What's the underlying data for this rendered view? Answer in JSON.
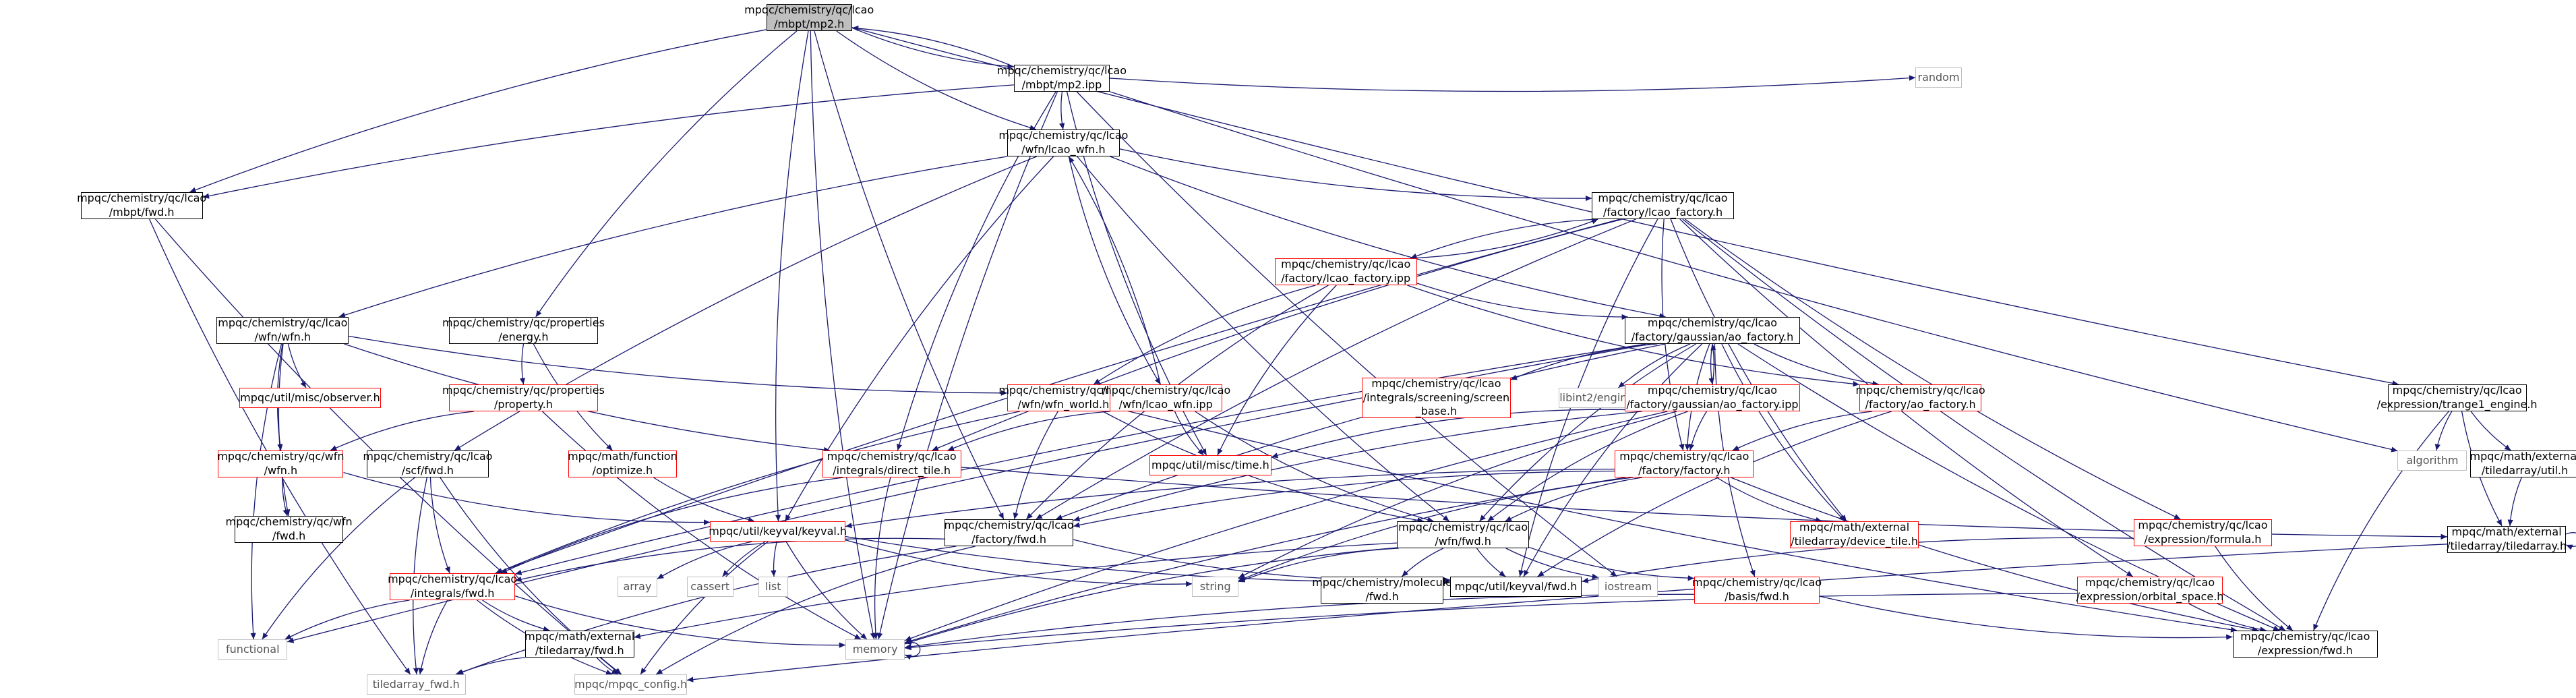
{
  "colors": {
    "edge": "#191970",
    "node_border": "#000000",
    "incomplete_border": "#ff0000",
    "external_border": "#bfbfbf",
    "root_fill": "#bfbfbf"
  },
  "nodes": [
    {
      "id": "mp2_h",
      "label": "mpqc/chemistry/qc/lcao\n/mbpt/mp2.h",
      "kind": "root"
    },
    {
      "id": "mp2_ipp",
      "label": "mpqc/chemistry/qc/lcao\n/mbpt/mp2.ipp",
      "kind": "normal"
    },
    {
      "id": "random",
      "label": "random",
      "kind": "external"
    },
    {
      "id": "lcao_wfn_h",
      "label": "mpqc/chemistry/qc/lcao\n/wfn/lcao_wfn.h",
      "kind": "normal"
    },
    {
      "id": "mbpt_fwd",
      "label": "mpqc/chemistry/qc/lcao\n/mbpt/fwd.h",
      "kind": "normal"
    },
    {
      "id": "lcao_factory_h",
      "label": "mpqc/chemistry/qc/lcao\n/factory/lcao_factory.h",
      "kind": "normal"
    },
    {
      "id": "trange1_engine",
      "label": "mpqc/chemistry/qc/lcao\n/expression/trange1_engine.h",
      "kind": "normal"
    },
    {
      "id": "lcao_factory_ipp",
      "label": "mpqc/chemistry/qc/lcao\n/factory/lcao_factory.ipp",
      "kind": "incomplete"
    },
    {
      "id": "wfn_wfn_h",
      "label": "mpqc/chemistry/qc/lcao\n/wfn/wfn.h",
      "kind": "normal"
    },
    {
      "id": "properties_energy",
      "label": "mpqc/chemistry/qc/properties\n/energy.h",
      "kind": "normal"
    },
    {
      "id": "gaussian_ao_factory_h",
      "label": "mpqc/chemistry/qc/lcao\n/factory/gaussian/ao_factory.h",
      "kind": "normal"
    },
    {
      "id": "algorithm",
      "label": "algorithm",
      "kind": "external"
    },
    {
      "id": "tiledarray_util",
      "label": "mpqc/math/external\n/tiledarray/util.h",
      "kind": "normal"
    },
    {
      "id": "observer",
      "label": "mpqc/util/misc/observer.h",
      "kind": "incomplete"
    },
    {
      "id": "properties_property",
      "label": "mpqc/chemistry/qc/properties\n/property.h",
      "kind": "incomplete"
    },
    {
      "id": "wfn_world_h",
      "label": "mpqc/chemistry/qc/lcao\n/wfn/wfn_world.h",
      "kind": "incomplete"
    },
    {
      "id": "lcao_wfn_ipp",
      "label": "mpqc/chemistry/qc/lcao\n/wfn/lcao_wfn.ipp",
      "kind": "incomplete"
    },
    {
      "id": "screening_screen_base",
      "label": "mpqc/chemistry/qc/lcao\n/integrals/screening/screen\n_base.h",
      "kind": "incomplete"
    },
    {
      "id": "libint2_engine",
      "label": "libint2/engine.h",
      "kind": "external"
    },
    {
      "id": "gaussian_ao_factory_ipp",
      "label": "mpqc/chemistry/qc/lcao\n/factory/gaussian/ao_factory.ipp",
      "kind": "incomplete"
    },
    {
      "id": "factory_ao_factory",
      "label": "mpqc/chemistry/qc/lcao\n/factory/ao_factory.h",
      "kind": "incomplete"
    },
    {
      "id": "tiledarray_h",
      "label": "mpqc/math/external\n/tiledarray/tiledarray.h",
      "kind": "normal"
    },
    {
      "id": "qc_wfn_wfn",
      "label": "mpqc/chemistry/qc/wfn\n/wfn.h",
      "kind": "incomplete"
    },
    {
      "id": "scf_fwd",
      "label": "mpqc/chemistry/qc/lcao\n/scf/fwd.h",
      "kind": "normal"
    },
    {
      "id": "function_optimize",
      "label": "mpqc/math/function\n/optimize.h",
      "kind": "incomplete"
    },
    {
      "id": "direct_tile",
      "label": "mpqc/chemistry/qc/lcao\n/integrals/direct_tile.h",
      "kind": "incomplete"
    },
    {
      "id": "misc_time",
      "label": "mpqc/util/misc/time.h",
      "kind": "incomplete"
    },
    {
      "id": "factory_factory",
      "label": "mpqc/chemistry/qc/lcao\n/factory/factory.h",
      "kind": "incomplete"
    },
    {
      "id": "qc_wfn_fwd",
      "label": "mpqc/chemistry/qc/wfn\n/fwd.h",
      "kind": "normal"
    },
    {
      "id": "keyval",
      "label": "mpqc/util/keyval/keyval.h",
      "kind": "incomplete"
    },
    {
      "id": "factory_fwd",
      "label": "mpqc/chemistry/qc/lcao\n/factory/fwd.h",
      "kind": "normal"
    },
    {
      "id": "lcao_wfn_fwd",
      "label": "mpqc/chemistry/qc/lcao\n/wfn/fwd.h",
      "kind": "normal"
    },
    {
      "id": "device_tile",
      "label": "mpqc/math/external\n/tiledarray/device_tile.h",
      "kind": "incomplete"
    },
    {
      "id": "expression_formula",
      "label": "mpqc/chemistry/qc/lcao\n/expression/formula.h",
      "kind": "incomplete"
    },
    {
      "id": "integrals_fwd",
      "label": "mpqc/chemistry/qc/lcao\n/integrals/fwd.h",
      "kind": "incomplete"
    },
    {
      "id": "array",
      "label": "array",
      "kind": "external"
    },
    {
      "id": "cassert",
      "label": "cassert",
      "kind": "external"
    },
    {
      "id": "list",
      "label": "list",
      "kind": "external"
    },
    {
      "id": "string",
      "label": "string",
      "kind": "external"
    },
    {
      "id": "molecule_fwd",
      "label": "mpqc/chemistry/molecule\n/fwd.h",
      "kind": "normal"
    },
    {
      "id": "keyval_fwd",
      "label": "mpqc/util/keyval/fwd.h",
      "kind": "normal"
    },
    {
      "id": "iostream",
      "label": "iostream",
      "kind": "external"
    },
    {
      "id": "basis_fwd",
      "label": "mpqc/chemistry/qc/lcao\n/basis/fwd.h",
      "kind": "incomplete"
    },
    {
      "id": "orbital_space",
      "label": "mpqc/chemistry/qc/lcao\n/expression/orbital_space.h",
      "kind": "incomplete"
    },
    {
      "id": "expression_fwd",
      "label": "mpqc/chemistry/qc/lcao\n/expression/fwd.h",
      "kind": "normal"
    },
    {
      "id": "functional",
      "label": "functional",
      "kind": "external"
    },
    {
      "id": "memory",
      "label": "memory",
      "kind": "external"
    },
    {
      "id": "tiledarray_fwd_ext",
      "label": "mpqc/math/external\n/tiledarray/fwd.h",
      "kind": "normal"
    },
    {
      "id": "tiledarray_fwd",
      "label": "tiledarray_fwd.h",
      "kind": "external"
    },
    {
      "id": "mpqc_config",
      "label": "mpqc/mpqc_config.h",
      "kind": "external"
    }
  ],
  "edges": [
    [
      "mp2_h",
      "mp2_ipp"
    ],
    [
      "mp2_h",
      "lcao_wfn_h"
    ],
    [
      "mp2_h",
      "mbpt_fwd"
    ],
    [
      "mp2_h",
      "trange1_engine"
    ],
    [
      "mp2_h",
      "properties_energy"
    ],
    [
      "mp2_h",
      "keyval"
    ],
    [
      "mp2_h",
      "factory_fwd"
    ],
    [
      "mp2_h",
      "memory"
    ],
    [
      "mp2_ipp",
      "mp2_h"
    ],
    [
      "mp2_ipp",
      "random"
    ],
    [
      "mp2_ipp",
      "lcao_wfn_h"
    ],
    [
      "mp2_ipp",
      "mbpt_fwd"
    ],
    [
      "mp2_ipp",
      "algorithm"
    ],
    [
      "mp2_ipp",
      "misc_time"
    ],
    [
      "mp2_ipp",
      "direct_tile"
    ],
    [
      "mp2_ipp",
      "iostream"
    ],
    [
      "mp2_ipp",
      "memory"
    ],
    [
      "lcao_wfn_h",
      "lcao_factory_h"
    ],
    [
      "lcao_wfn_h",
      "wfn_wfn_h"
    ],
    [
      "lcao_wfn_h",
      "lcao_wfn_ipp"
    ],
    [
      "lcao_wfn_h",
      "gaussian_ao_factory_h"
    ],
    [
      "lcao_wfn_h",
      "scf_fwd"
    ],
    [
      "lcao_wfn_h",
      "keyval"
    ],
    [
      "lcao_wfn_h",
      "lcao_wfn_fwd"
    ],
    [
      "mbpt_fwd",
      "tiledarray_fwd"
    ],
    [
      "mbpt_fwd",
      "mpqc_config"
    ],
    [
      "lcao_factory_h",
      "lcao_factory_ipp"
    ],
    [
      "lcao_factory_h",
      "expression_formula"
    ],
    [
      "lcao_factory_h",
      "orbital_space"
    ],
    [
      "lcao_factory_h",
      "expression_fwd"
    ],
    [
      "lcao_factory_h",
      "factory_factory"
    ],
    [
      "lcao_factory_h",
      "integrals_fwd"
    ],
    [
      "lcao_factory_h",
      "direct_tile"
    ],
    [
      "lcao_factory_h",
      "device_tile"
    ],
    [
      "lcao_factory_h",
      "keyval_fwd"
    ],
    [
      "lcao_factory_h",
      "factory_fwd"
    ],
    [
      "trange1_engine",
      "algorithm"
    ],
    [
      "trange1_engine",
      "tiledarray_util"
    ],
    [
      "trange1_engine",
      "tiledarray_h"
    ],
    [
      "trange1_engine",
      "expression_fwd"
    ],
    [
      "lcao_factory_ipp",
      "lcao_factory_h"
    ],
    [
      "lcao_factory_ipp",
      "gaussian_ao_factory_h"
    ],
    [
      "lcao_factory_ipp",
      "wfn_world_h"
    ],
    [
      "lcao_factory_ipp",
      "misc_time"
    ],
    [
      "lcao_factory_ipp",
      "factory_ao_factory"
    ],
    [
      "lcao_factory_ipp",
      "factory_fwd"
    ],
    [
      "wfn_wfn_h",
      "observer"
    ],
    [
      "wfn_wfn_h",
      "qc_wfn_wfn"
    ],
    [
      "wfn_wfn_h",
      "wfn_world_h"
    ],
    [
      "wfn_wfn_h",
      "qc_wfn_fwd"
    ],
    [
      "wfn_wfn_h",
      "functional"
    ],
    [
      "wfn_wfn_h",
      "direct_tile"
    ],
    [
      "properties_energy",
      "properties_property"
    ],
    [
      "properties_energy",
      "function_optimize"
    ],
    [
      "gaussian_ao_factory_h",
      "screening_screen_base"
    ],
    [
      "gaussian_ao_factory_h",
      "libint2_engine"
    ],
    [
      "gaussian_ao_factory_h",
      "gaussian_ao_factory_ipp"
    ],
    [
      "gaussian_ao_factory_h",
      "factory_ao_factory"
    ],
    [
      "gaussian_ao_factory_h",
      "factory_factory"
    ],
    [
      "gaussian_ao_factory_h",
      "device_tile"
    ],
    [
      "gaussian_ao_factory_h",
      "keyval_fwd"
    ],
    [
      "gaussian_ao_factory_h",
      "lcao_wfn_fwd"
    ],
    [
      "gaussian_ao_factory_h",
      "factory_fwd"
    ],
    [
      "gaussian_ao_factory_h",
      "integrals_fwd"
    ],
    [
      "gaussian_ao_factory_h",
      "functional"
    ],
    [
      "gaussian_ao_factory_h",
      "expression_fwd"
    ],
    [
      "gaussian_ao_factory_h",
      "basis_fwd"
    ],
    [
      "tiledarray_util",
      "tiledarray_h"
    ],
    [
      "properties_property",
      "qc_wfn_wfn"
    ],
    [
      "properties_property",
      "memory"
    ],
    [
      "wfn_world_h",
      "factory_fwd"
    ],
    [
      "wfn_world_h",
      "lcao_wfn_fwd"
    ],
    [
      "wfn_world_h",
      "integrals_fwd"
    ],
    [
      "wfn_world_h",
      "expression_fwd"
    ],
    [
      "lcao_wfn_ipp",
      "lcao_wfn_h"
    ],
    [
      "lcao_wfn_ipp",
      "direct_tile"
    ],
    [
      "lcao_wfn_ipp",
      "misc_time"
    ],
    [
      "lcao_wfn_ipp",
      "lcao_wfn_fwd"
    ],
    [
      "gaussian_ao_factory_ipp",
      "gaussian_ao_factory_h"
    ],
    [
      "gaussian_ao_factory_ipp",
      "factory_factory"
    ],
    [
      "gaussian_ao_factory_ipp",
      "misc_time"
    ],
    [
      "gaussian_ao_factory_ipp",
      "factory_fwd"
    ],
    [
      "gaussian_ao_factory_ipp",
      "string"
    ],
    [
      "gaussian_ao_factory_ipp",
      "memory"
    ],
    [
      "gaussian_ao_factory_ipp",
      "lcao_wfn_fwd"
    ],
    [
      "factory_ao_factory",
      "factory_factory"
    ],
    [
      "factory_ao_factory",
      "keyval_fwd"
    ],
    [
      "tiledarray_h",
      "tiledarray_h"
    ],
    [
      "tiledarray_h",
      "mpqc_config"
    ],
    [
      "qc_wfn_wfn",
      "keyval"
    ],
    [
      "qc_wfn_wfn",
      "qc_wfn_fwd"
    ],
    [
      "scf_fwd",
      "integrals_fwd"
    ],
    [
      "scf_fwd",
      "tiledarray_fwd"
    ],
    [
      "scf_fwd",
      "mpqc_config"
    ],
    [
      "scf_fwd",
      "functional"
    ],
    [
      "function_optimize",
      "keyval"
    ],
    [
      "direct_tile",
      "integrals_fwd"
    ],
    [
      "direct_tile",
      "memory"
    ],
    [
      "direct_tile",
      "tiledarray_h"
    ],
    [
      "factory_factory",
      "factory_fwd"
    ],
    [
      "factory_factory",
      "lcao_wfn_fwd"
    ],
    [
      "factory_factory",
      "keyval"
    ],
    [
      "factory_factory",
      "device_tile"
    ],
    [
      "factory_factory",
      "expression_fwd"
    ],
    [
      "factory_factory",
      "memory"
    ],
    [
      "factory_factory",
      "string"
    ],
    [
      "keyval",
      "array"
    ],
    [
      "keyval",
      "cassert"
    ],
    [
      "keyval",
      "list"
    ],
    [
      "keyval",
      "string"
    ],
    [
      "keyval",
      "memory"
    ],
    [
      "keyval",
      "keyval_fwd"
    ],
    [
      "keyval",
      "mpqc_config"
    ],
    [
      "factory_fwd",
      "integrals_fwd"
    ],
    [
      "factory_fwd",
      "keyval_fwd"
    ],
    [
      "factory_fwd",
      "tiledarray_fwd"
    ],
    [
      "factory_fwd",
      "mpqc_config"
    ],
    [
      "lcao_wfn_fwd",
      "molecule_fwd"
    ],
    [
      "lcao_wfn_fwd",
      "keyval_fwd"
    ],
    [
      "lcao_wfn_fwd",
      "basis_fwd"
    ],
    [
      "lcao_wfn_fwd",
      "string"
    ],
    [
      "lcao_wfn_fwd",
      "memory"
    ],
    [
      "lcao_wfn_fwd",
      "iostream"
    ],
    [
      "lcao_wfn_fwd",
      "tiledarray_fwd_ext"
    ],
    [
      "expression_formula",
      "expression_fwd"
    ],
    [
      "expression_formula",
      "keyval_fwd"
    ],
    [
      "integrals_fwd",
      "functional"
    ],
    [
      "integrals_fwd",
      "memory"
    ],
    [
      "integrals_fwd",
      "tiledarray_fwd_ext"
    ],
    [
      "integrals_fwd",
      "tiledarray_fwd"
    ],
    [
      "integrals_fwd",
      "mpqc_config"
    ],
    [
      "basis_fwd",
      "memory"
    ],
    [
      "basis_fwd",
      "expression_fwd"
    ],
    [
      "orbital_space",
      "memory"
    ],
    [
      "orbital_space",
      "expression_fwd"
    ],
    [
      "memory",
      "memory"
    ],
    [
      "tiledarray_fwd_ext",
      "tiledarray_fwd"
    ],
    [
      "tiledarray_fwd_ext",
      "mpqc_config"
    ]
  ]
}
